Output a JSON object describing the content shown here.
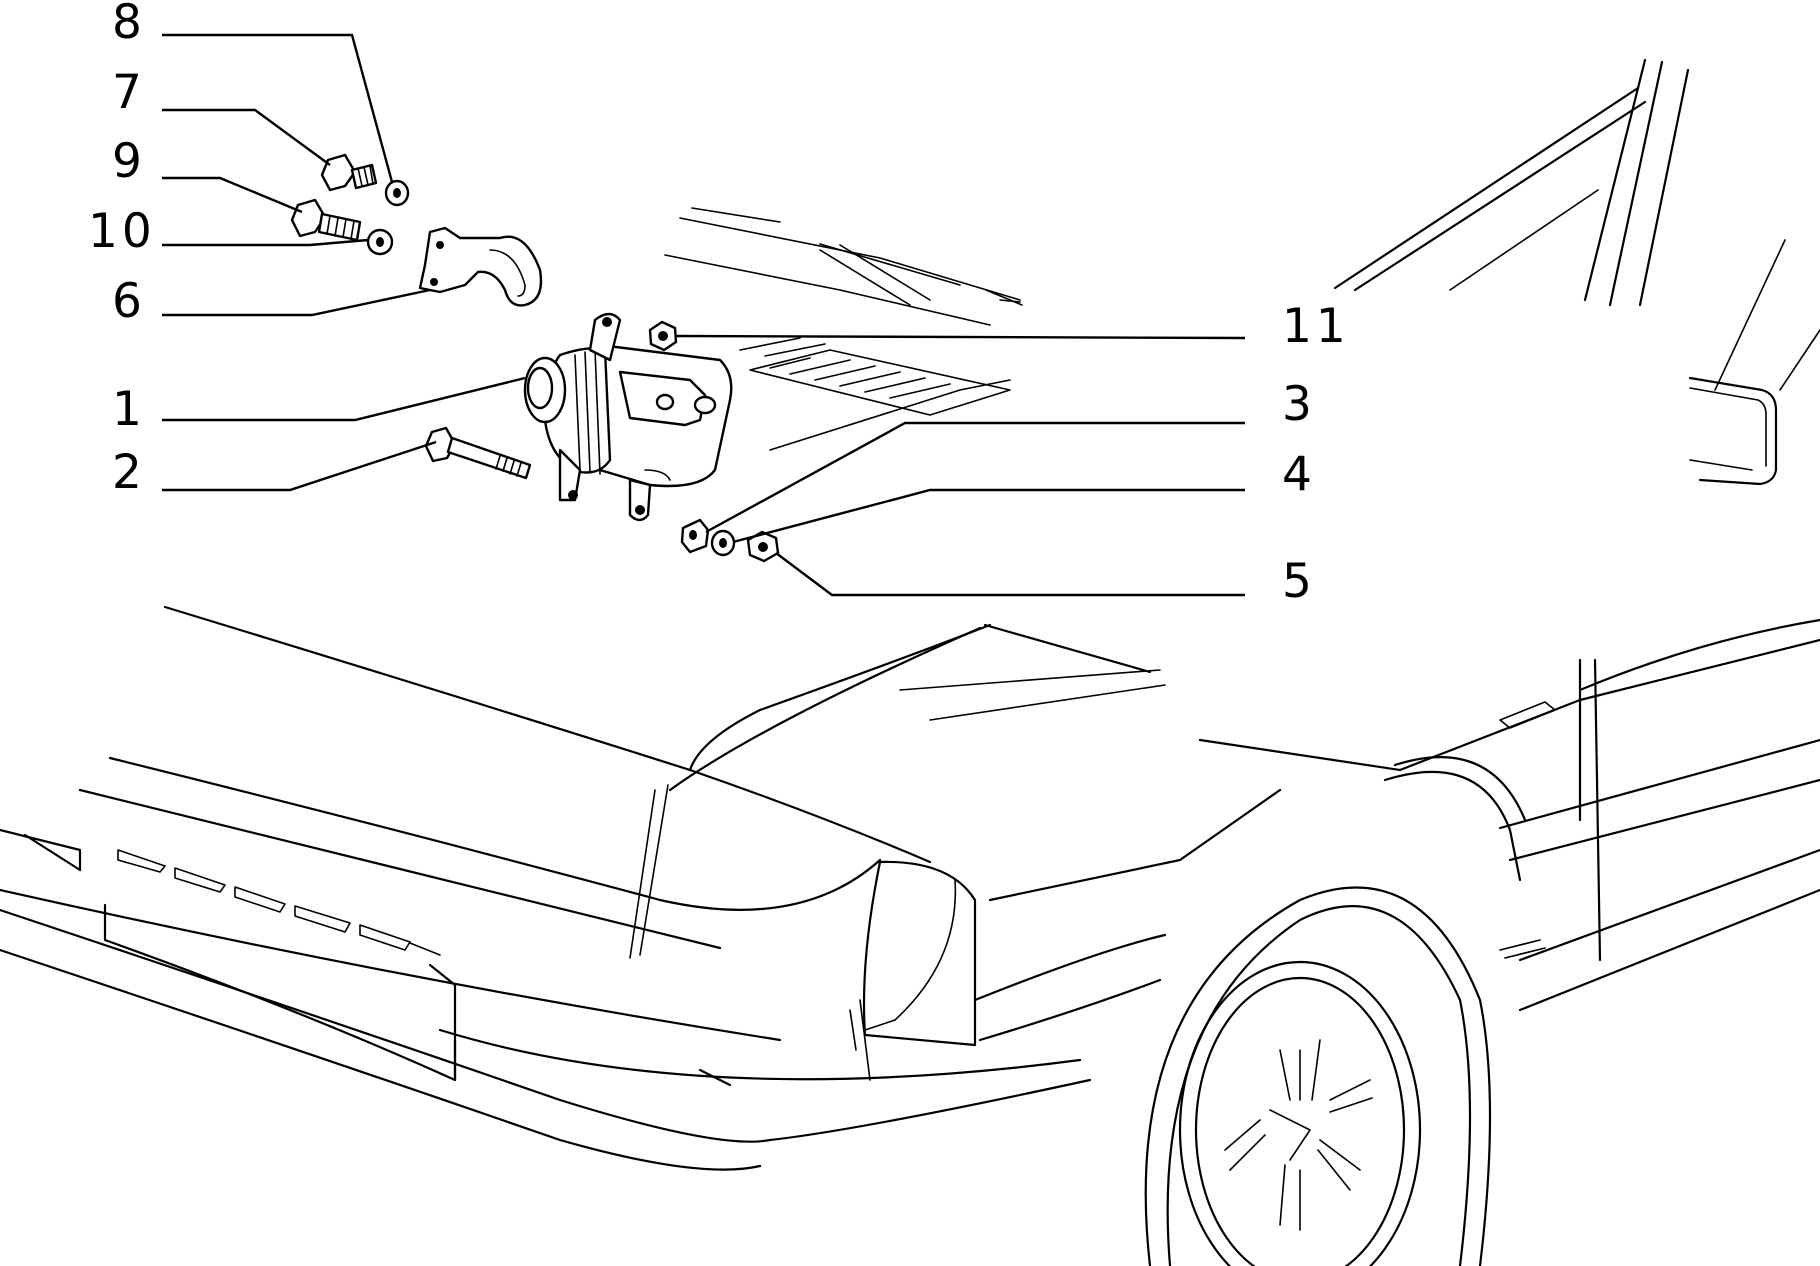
{
  "callouts": [
    {
      "id": "8",
      "label": "8"
    },
    {
      "id": "7",
      "label": "7"
    },
    {
      "id": "9",
      "label": "9"
    },
    {
      "id": "10",
      "label": "10"
    },
    {
      "id": "6",
      "label": "6"
    },
    {
      "id": "1",
      "label": "1"
    },
    {
      "id": "2",
      "label": "2"
    },
    {
      "id": "11",
      "label": "11"
    },
    {
      "id": "3",
      "label": "3"
    },
    {
      "id": "4",
      "label": "4"
    },
    {
      "id": "5",
      "label": "5"
    }
  ],
  "colors": {
    "line": "#000000",
    "background": "#ffffff"
  }
}
